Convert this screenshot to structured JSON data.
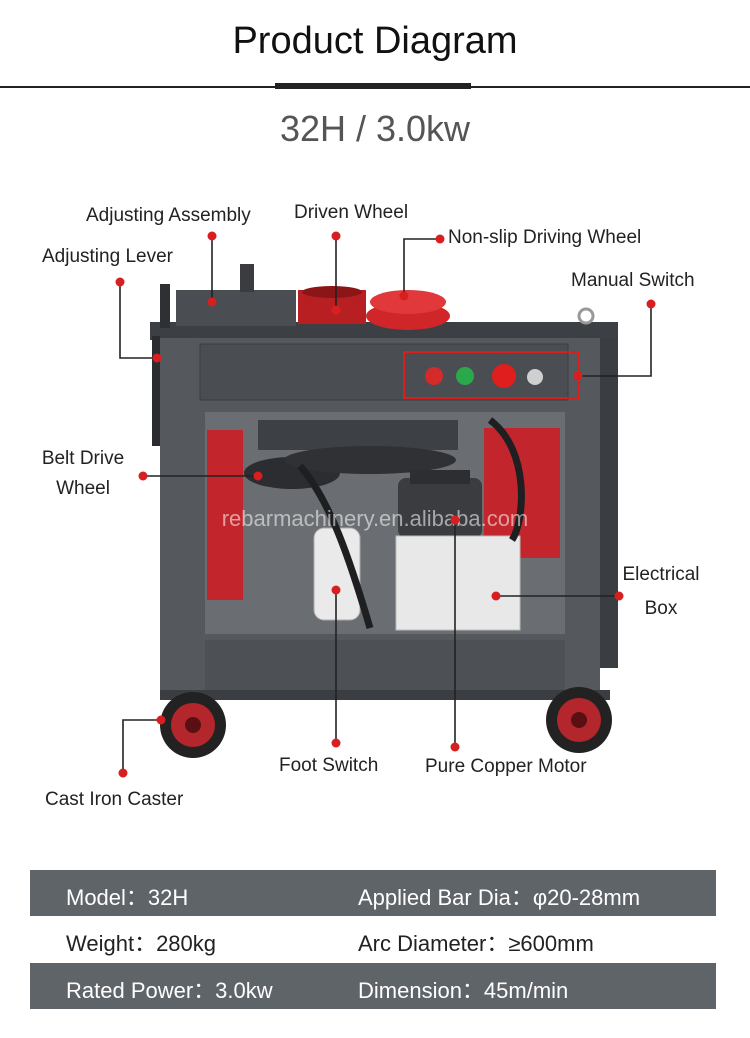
{
  "header": {
    "title": "Product Diagram",
    "subtitle": "32H / 3.0kw"
  },
  "watermark": "rebarmachinery.en.alibaba.com",
  "labels": {
    "adjusting_assembly": "Adjusting Assembly",
    "driven_wheel": "Driven Wheel",
    "non_slip_driving_wheel": "Non-slip Driving Wheel",
    "adjusting_lever": "Adjusting Lever",
    "manual_switch": "Manual Switch",
    "belt_drive_wheel_line1": "Belt Drive",
    "belt_drive_wheel_line2": "Wheel",
    "electrical_box_line1": "Electrical",
    "electrical_box_line2": "Box",
    "foot_switch": "Foot Switch",
    "pure_copper_motor": "Pure Copper Motor",
    "cast_iron_caster": "Cast Iron Caster"
  },
  "specs": [
    {
      "left": "Model：32H",
      "right": "Applied Bar Dia：φ20-28mm"
    },
    {
      "left": "Weight：280kg",
      "right": "Arc Diameter：≥600mm"
    },
    {
      "left": "Rated Power：3.0kw",
      "right": "Dimension：45m/min"
    }
  ],
  "colors": {
    "accent_red": "#d81e1e",
    "frame_dark": "#4a4d52",
    "spec_dark": "#5f6469"
  }
}
